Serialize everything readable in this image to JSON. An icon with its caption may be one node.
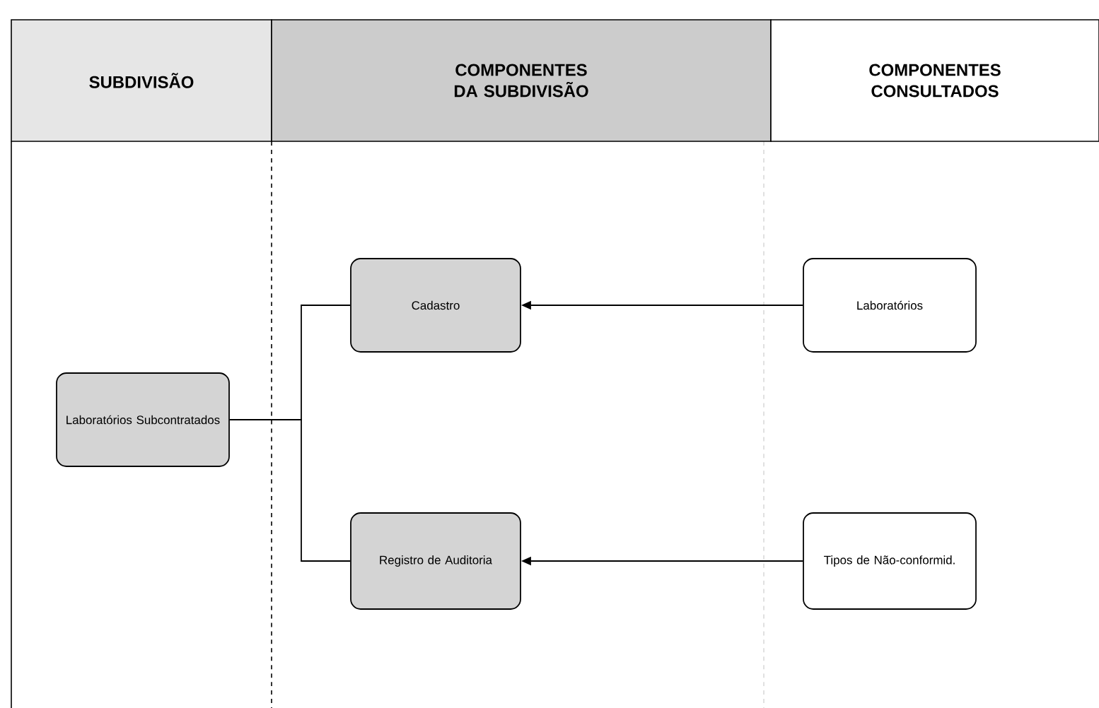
{
  "diagram": {
    "nodes": [
      {
        "text": [
          "SUBDIVISÃO"
        ]
      },
      {
        "text": [
          "COMPONENTES DA SUBDIVISÃO"
        ]
      },
      {
        "text": [
          "COMPONENTES CONSULTADOS"
        ]
      },
      {
        "text": [
          "Laboratórios Subcontratados"
        ]
      },
      {
        "text": [
          "Cadastro"
        ]
      },
      {
        "text": [
          "Registro de Auditoria"
        ]
      },
      {
        "text": [
          "Laboratórios"
        ]
      },
      {
        "text": [
          "Tipos de Não-conformid."
        ]
      }
    ],
    "edges": [
      {
        "from": 3,
        "to": 4,
        "arrow": "none"
      },
      {
        "from": 3,
        "to": 5,
        "arrow": "none"
      },
      {
        "from": 6,
        "to": 4,
        "arrow": "to"
      },
      {
        "from": 7,
        "to": 5,
        "arrow": "to"
      }
    ]
  }
}
